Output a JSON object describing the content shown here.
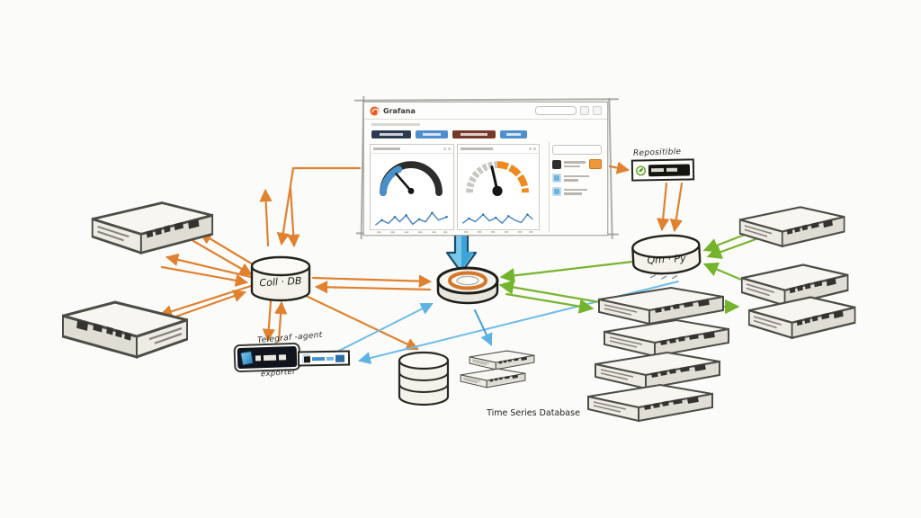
{
  "dashboard": {
    "logo_text": "Grafana"
  },
  "nodes": {
    "collector_db": {
      "label": "Coll · DB"
    },
    "query_db": {
      "label": "Qm · Py"
    },
    "repository": {
      "label": "Repositible"
    },
    "telegraf": {
      "title": "Telegraf -agent",
      "subtitle": "exporter"
    },
    "tsdb": {
      "label": "Time Series Database"
    }
  },
  "icons": {
    "grafana_logo": "orange-spiral",
    "repository_icon": "green-leaf",
    "telegraf_icon": "blue-feather",
    "agent_icon": "dark-chip",
    "big_arrow": "blue-down-arrow"
  },
  "colors": {
    "arrow_orange": "#e0812f",
    "arrow_blue": "#5fb3e4",
    "arrow_green": "#74b32c",
    "gauge_blue": "#4a90c8",
    "gauge_dark": "#2d2d2b",
    "gauge_orange": "#ee8a1e",
    "chart_line": "#4a86c0",
    "tab_navy": "#2c3a52",
    "tab_blue": "#4f8fd0",
    "tab_rust": "#77392a",
    "badge_orange": "#f0973a",
    "leaf_green": "#59991d"
  }
}
